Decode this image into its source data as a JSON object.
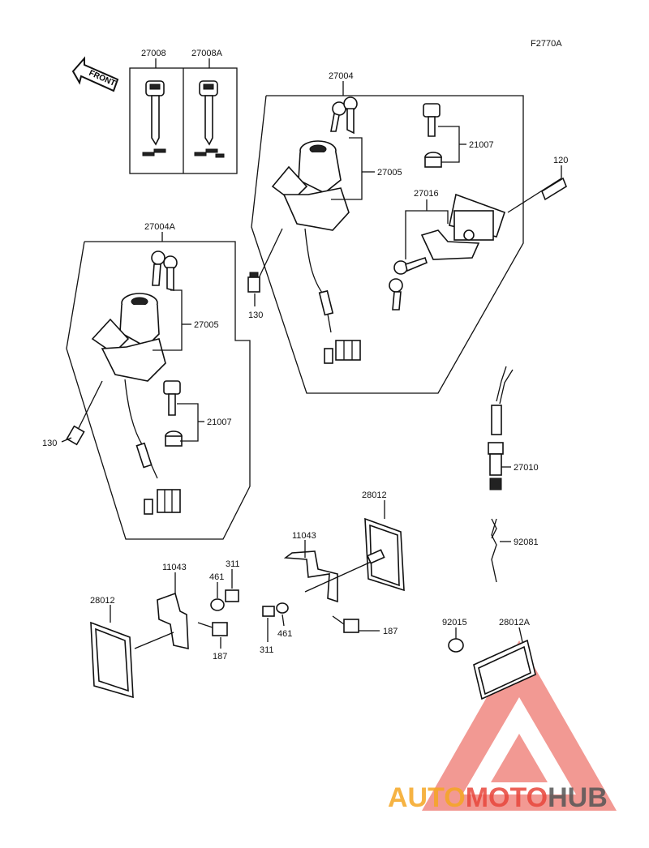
{
  "figure_code": "F2770A",
  "front_arrow": "FRONT",
  "watermark": {
    "part1": "AUTO",
    "part2": "MOTO",
    "part3": "HUB",
    "colors": {
      "orange": "#f5a623",
      "red": "#e8463c",
      "gray": "#555555"
    }
  },
  "labels": {
    "p27008": "27008",
    "p27008A": "27008A",
    "p27004": "27004",
    "p27005_a": "27005",
    "p21007_a": "21007",
    "p27016": "27016",
    "p120": "120",
    "p130_a": "130",
    "p27004A": "27004A",
    "p27005_b": "27005",
    "p21007_b": "21007",
    "p130_b": "130",
    "p27010": "27010",
    "p92081": "92081",
    "p28012_a": "28012",
    "p11043_a": "11043",
    "p311_a": "311",
    "p461_a": "461",
    "p187_a": "187",
    "p28012_b": "28012",
    "p11043_b": "11043",
    "p311_b": "311",
    "p461_b": "461",
    "p187_b": "187",
    "p92015": "92015",
    "p28012A": "28012A"
  }
}
